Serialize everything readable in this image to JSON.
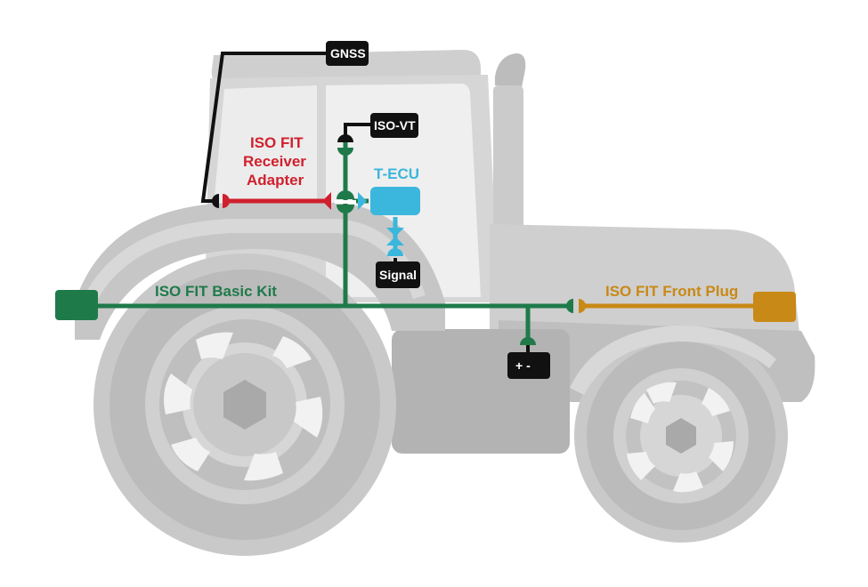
{
  "colors": {
    "basic_kit": "#1f7a4a",
    "receiver_adapter": "#d0202e",
    "t_ecu": "#3bb6dc",
    "front_plug": "#c98916",
    "tag_bg": "#111111",
    "tractor_light": "#d9d9d9",
    "tractor_mid": "#bdbdbd",
    "tractor_dark": "#9e9e9e"
  },
  "labels": {
    "gnss": "GNSS",
    "iso_vt": "ISO-VT",
    "t_ecu": "T-ECU",
    "signal": "Signal",
    "power": "+ -",
    "receiver_line1": "ISO FIT",
    "receiver_line2": "Receiver",
    "receiver_line3": "Adapter",
    "basic_kit": "ISO FIT Basic Kit",
    "front_plug": "ISO FIT Front Plug"
  },
  "icons": {
    "rear_connector": "rectangle-plug-icon",
    "front_connector": "rectangle-plug-icon",
    "hub": "hexagon-icon"
  }
}
